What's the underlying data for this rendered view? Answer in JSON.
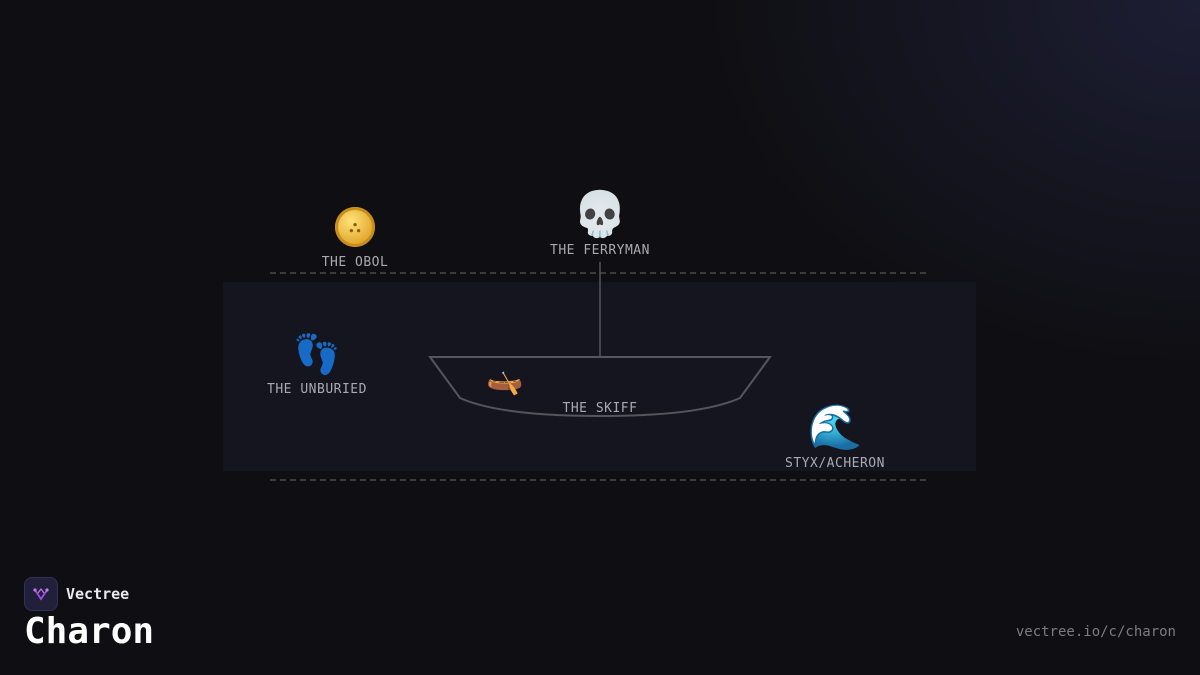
{
  "diagram": {
    "nodes": {
      "obol": {
        "label": "THE OBOL",
        "icon": "coin-icon"
      },
      "ferryman": {
        "label": "THE FERRYMAN",
        "icon": "skull-icon"
      },
      "unburied": {
        "label": "THE UNBURIED",
        "icon": "footprints-icon"
      },
      "skiff": {
        "label": "THE SKIFF",
        "icon": "canoe-icon"
      },
      "river": {
        "label": "STYX/ACHERON",
        "icon": "wave-icon"
      }
    }
  },
  "brand": {
    "name": "Vectree",
    "logo": "vectree-logo-icon"
  },
  "page": {
    "title": "Charon",
    "url": "vectree.io/c/charon"
  },
  "colors": {
    "background": "#0f0f13",
    "band": "#15151f",
    "line": "#4a4a50",
    "label": "#a9a9b0",
    "accent": "#a24de0"
  }
}
